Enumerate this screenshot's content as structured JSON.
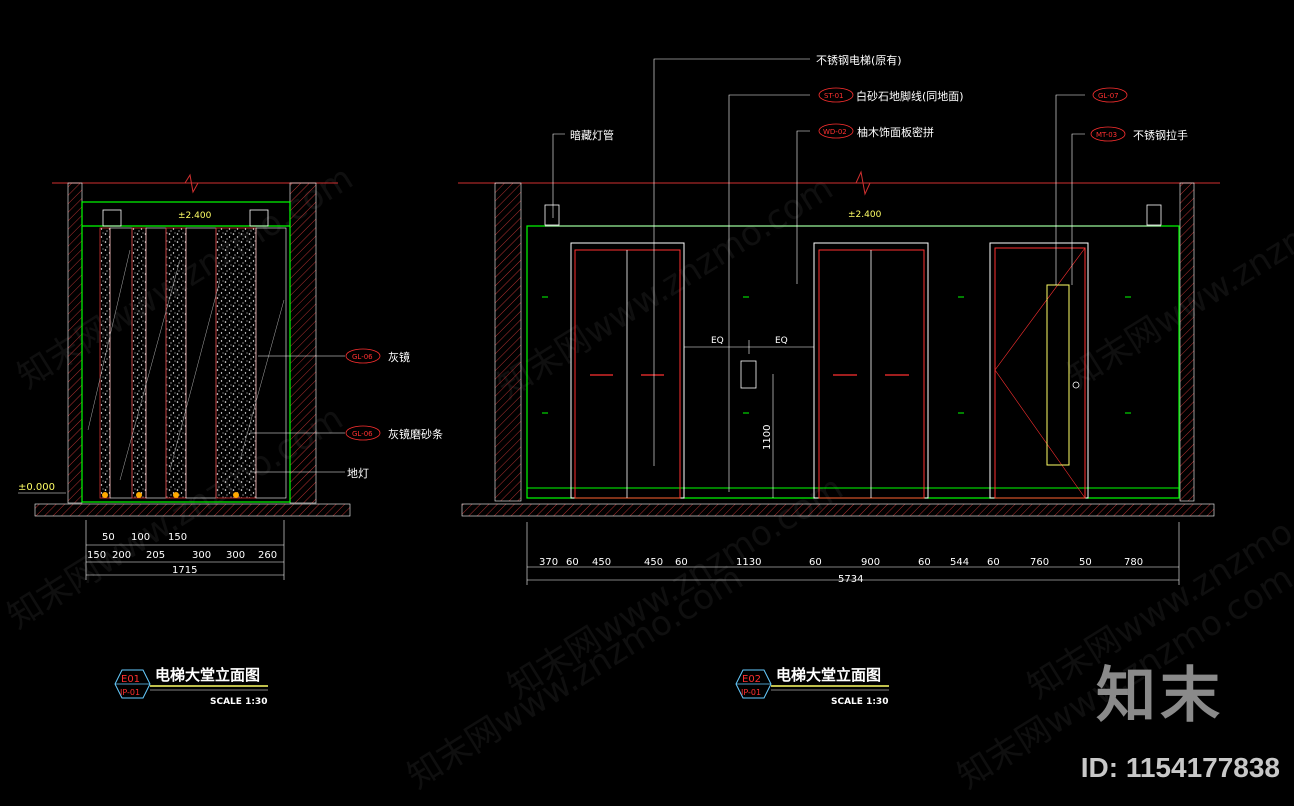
{
  "left": {
    "title": "电梯大堂立面图",
    "scale": "SCALE 1:30",
    "tag_top": "E01",
    "tag_bottom": "IP-01",
    "level_top": "±2.400",
    "level_floor": "±0.000",
    "callouts": [
      {
        "tag": "GL-06",
        "text": "灰镜"
      },
      {
        "tag": "GL-06",
        "text": "灰镜磨砂条"
      },
      {
        "tag": "",
        "text": "地灯"
      }
    ],
    "dims_row1": [
      "50",
      "100",
      "150"
    ],
    "dims_row2": [
      "150",
      "200",
      "205",
      "300",
      "300",
      "260"
    ],
    "total": "1715"
  },
  "right": {
    "title": "电梯大堂立面图",
    "scale": "SCALE 1:30",
    "tag_top": "E02",
    "tag_bottom": "IP-01",
    "level_top": "±2.400",
    "callouts": [
      {
        "tag": "",
        "text": "不锈钢电梯(原有)"
      },
      {
        "tag": "ST-01",
        "text": "白砂石地脚线(同地面)"
      },
      {
        "tag": "WD-02",
        "text": "柚木饰面板密拼"
      },
      {
        "tag": "",
        "text": "暗藏灯管"
      },
      {
        "tag": "GL-07",
        "text": ""
      },
      {
        "tag": "MT-03",
        "text": "不锈钢拉手"
      }
    ],
    "eq_labels": [
      "EQ",
      "EQ"
    ],
    "height_dim": "1100",
    "dims": [
      "370",
      "60",
      "450",
      "450",
      "60",
      "1130",
      "60",
      "900",
      "60",
      "544",
      "60",
      "760",
      "50",
      "780"
    ],
    "total": "5734"
  },
  "watermark": {
    "text": "知末网www.znzmo.com",
    "logo": "知末",
    "id_label": "ID: 1154177838"
  },
  "colors": {
    "background": "#000000",
    "wall": "#00ff00",
    "door": "#ff3030",
    "line": "#ffffff",
    "dim": "#ffffff",
    "hatch": "#d04040",
    "level": "#ffff66"
  }
}
